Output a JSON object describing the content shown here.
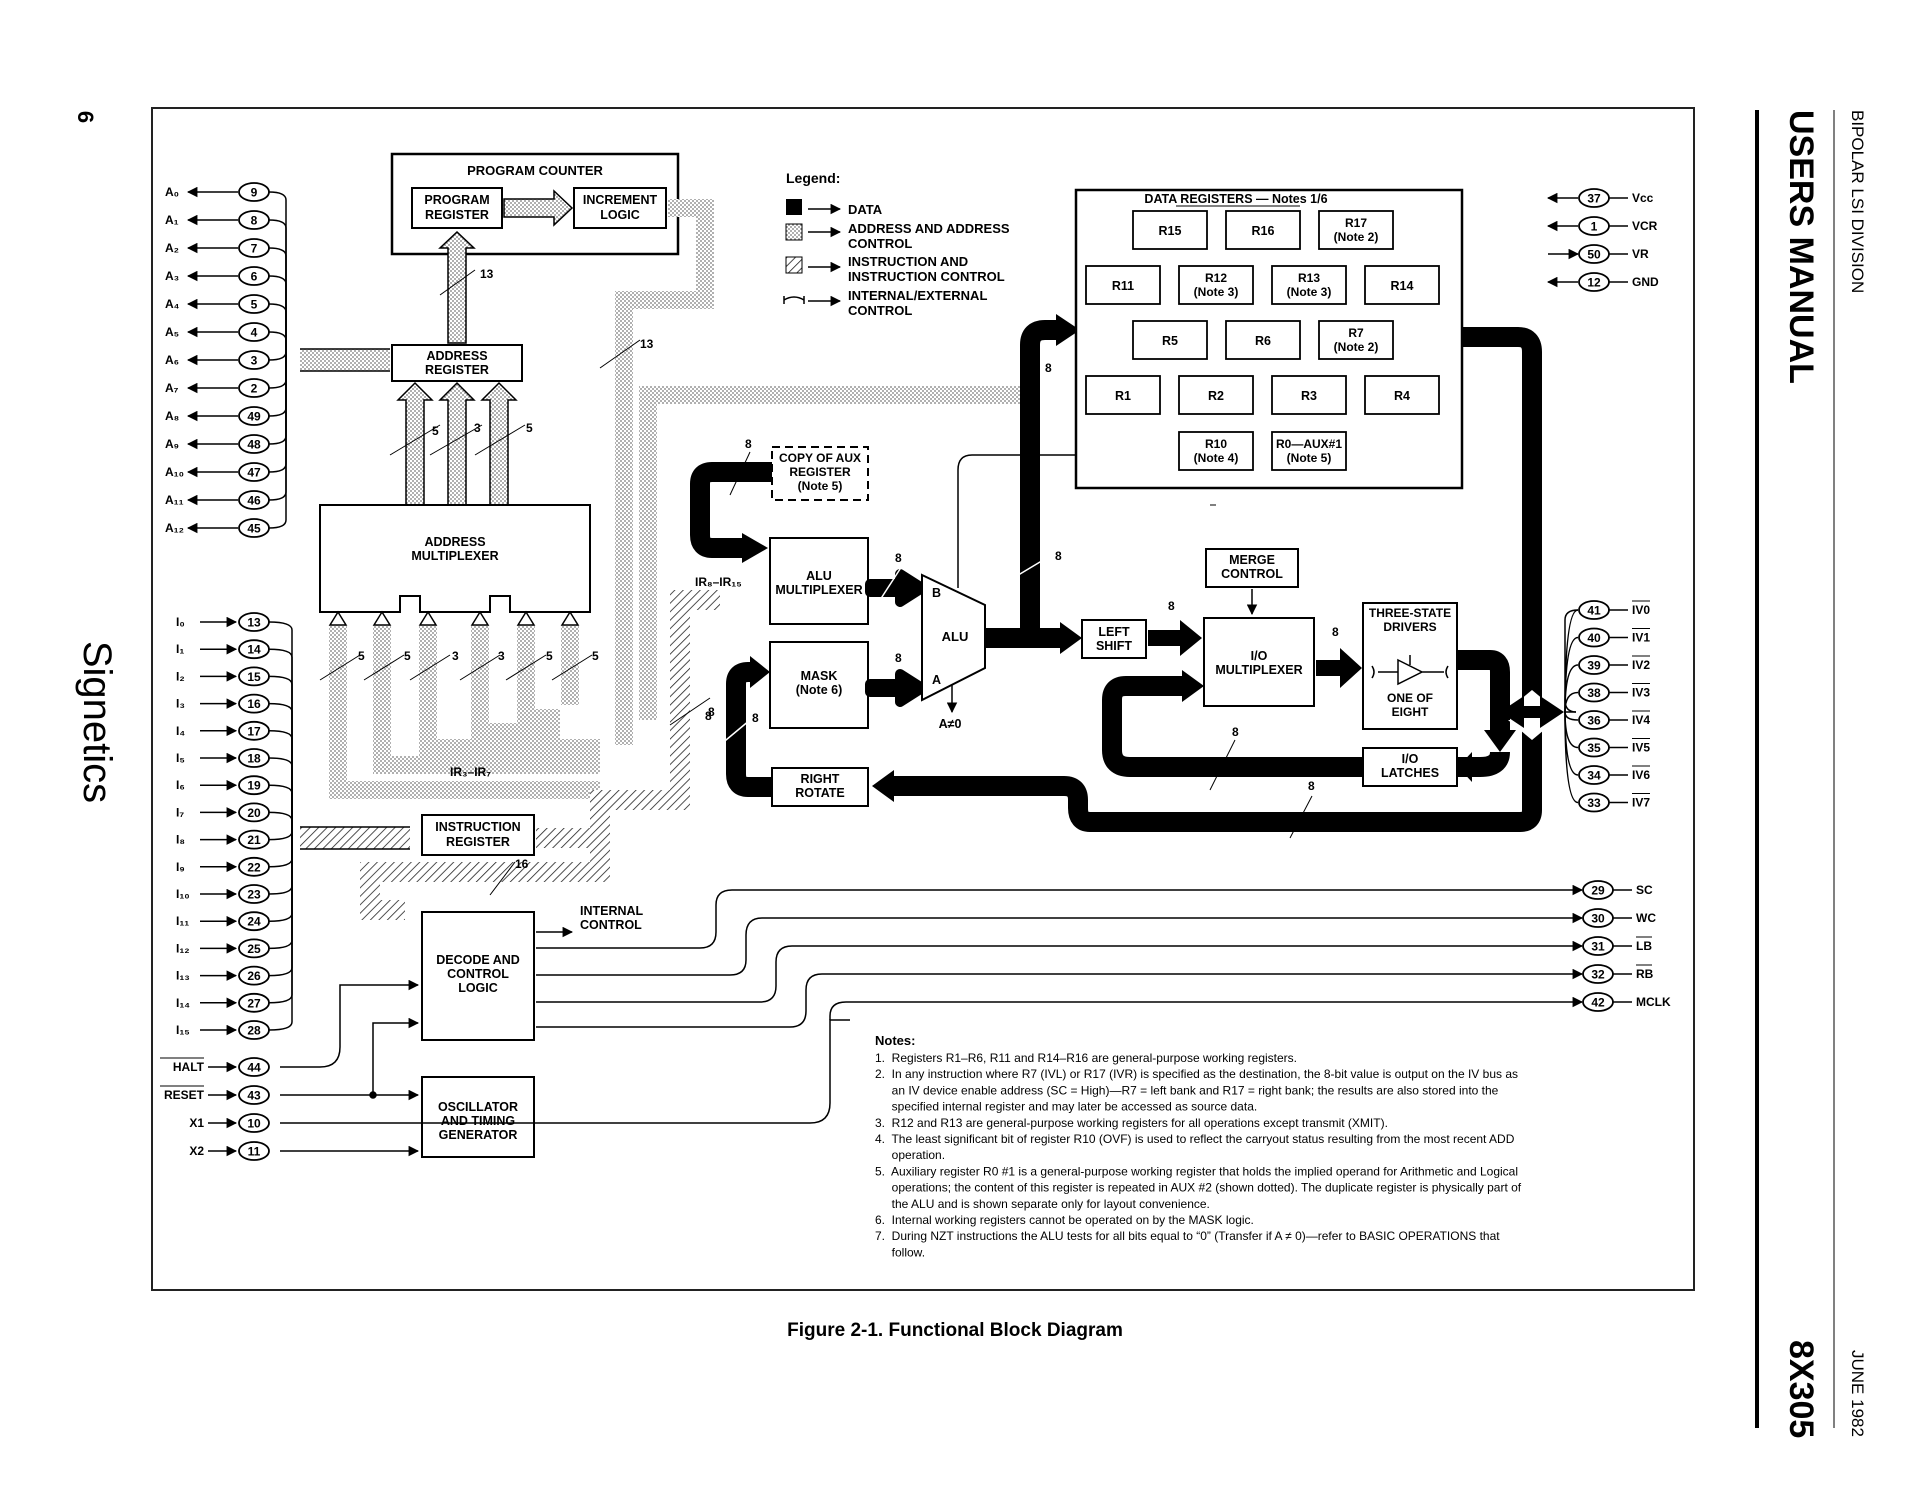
{
  "page_number": "6",
  "brand": "Signetics",
  "division": "BIPOLAR LSI DIVISION",
  "manual_title": "USERS MANUAL",
  "date": "JUNE 1982",
  "part_number": "8X305",
  "caption": "Figure 2-1.  Functional Block Diagram",
  "legend": {
    "title": "Legend:",
    "items": [
      "DATA",
      "ADDRESS AND ADDRESS",
      "CONTROL",
      "INSTRUCTION AND",
      "INSTRUCTION CONTROL",
      "INTERNAL/EXTERNAL",
      "CONTROL"
    ]
  },
  "blocks": {
    "program_counter": "PROGRAM COUNTER",
    "program_register": [
      "PROGRAM",
      "REGISTER"
    ],
    "increment_logic": [
      "INCREMENT",
      "LOGIC"
    ],
    "address_register": [
      "ADDRESS",
      "REGISTER"
    ],
    "address_multiplexer": [
      "ADDRESS",
      "MULTIPLEXER"
    ],
    "instruction_register": [
      "INSTRUCTION",
      "REGISTER"
    ],
    "decode_control": [
      "DECODE AND",
      "CONTROL",
      "LOGIC"
    ],
    "internal_control": [
      "INTERNAL",
      "CONTROL"
    ],
    "oscillator": [
      "OSCILLATOR",
      "AND TIMING",
      "GENERATOR"
    ],
    "copy_aux": [
      "COPY OF AUX",
      "REGISTER",
      "(Note 5)"
    ],
    "alu_mux": [
      "ALU",
      "MULTIPLEXER"
    ],
    "mask": [
      "MASK",
      "(Note 6)"
    ],
    "alu": "ALU",
    "alu_b": "B",
    "alu_a": "A",
    "a_ne_0": "A≠0",
    "right_rotate": [
      "RIGHT",
      "ROTATE"
    ],
    "left_shift": [
      "LEFT",
      "SHIFT"
    ],
    "merge_control": [
      "MERGE",
      "CONTROL"
    ],
    "io_mux": [
      "I/O",
      "MULTIPLEXER"
    ],
    "three_state": [
      "THREE-STATE",
      "DRIVERS"
    ],
    "one_of_eight": [
      "ONE OF",
      "EIGHT"
    ],
    "io_latches": [
      "I/O",
      "LATCHES"
    ],
    "data_registers_title": "DATA REGISTERS — Notes 1/6",
    "ir_high": "IR₈–IR₁₅",
    "ir_low": "IR₃–IR₇"
  },
  "registers": [
    [
      "R15"
    ],
    [
      "R16"
    ],
    [
      "R17",
      "(Note 2)"
    ],
    [
      "R11"
    ],
    [
      "R12",
      "(Note 3)"
    ],
    [
      "R13",
      "(Note 3)"
    ],
    [
      "R14"
    ],
    [
      "R5"
    ],
    [
      "R6"
    ],
    [
      "R7",
      "(Note 2)"
    ],
    [
      "R1"
    ],
    [
      "R2"
    ],
    [
      "R3"
    ],
    [
      "R4"
    ],
    [
      "R10",
      "(Note 4)"
    ],
    [
      "R0—AUX#1",
      "(Note 5)"
    ]
  ],
  "bus_widths": {
    "pc_in": "13",
    "pc_out": "13",
    "ar_a": "5",
    "ar_b": "3",
    "ar_c": "5",
    "am_1": "5",
    "am_2": "5",
    "am_3": "3",
    "am_4": "3",
    "am_5": "5",
    "am_6": "5",
    "copy": "8",
    "alu_in_b": "8",
    "alu_in_a": "8",
    "alu_out": "8",
    "reg_in": "8",
    "ls": "8",
    "io": "8",
    "mask_in": "8",
    "rr": "8",
    "bus_a": "8",
    "bus_b": "8",
    "ir": "16",
    "ir_alu": "8"
  },
  "address_pins": [
    {
      "label": "A₀",
      "pin": "9"
    },
    {
      "label": "A₁",
      "pin": "8"
    },
    {
      "label": "A₂",
      "pin": "7"
    },
    {
      "label": "A₃",
      "pin": "6"
    },
    {
      "label": "A₄",
      "pin": "5"
    },
    {
      "label": "A₅",
      "pin": "4"
    },
    {
      "label": "A₆",
      "pin": "3"
    },
    {
      "label": "A₇",
      "pin": "2"
    },
    {
      "label": "A₈",
      "pin": "49"
    },
    {
      "label": "A₉",
      "pin": "48"
    },
    {
      "label": "A₁₀",
      "pin": "47"
    },
    {
      "label": "A₁₁",
      "pin": "46"
    },
    {
      "label": "A₁₂",
      "pin": "45"
    }
  ],
  "instruction_pins": [
    {
      "label": "I₀",
      "pin": "13"
    },
    {
      "label": "I₁",
      "pin": "14"
    },
    {
      "label": "I₂",
      "pin": "15"
    },
    {
      "label": "I₃",
      "pin": "16"
    },
    {
      "label": "I₄",
      "pin": "17"
    },
    {
      "label": "I₅",
      "pin": "18"
    },
    {
      "label": "I₆",
      "pin": "19"
    },
    {
      "label": "I₇",
      "pin": "20"
    },
    {
      "label": "I₈",
      "pin": "21"
    },
    {
      "label": "I₉",
      "pin": "22"
    },
    {
      "label": "I₁₀",
      "pin": "23"
    },
    {
      "label": "I₁₁",
      "pin": "24"
    },
    {
      "label": "I₁₂",
      "pin": "25"
    },
    {
      "label": "I₁₃",
      "pin": "26"
    },
    {
      "label": "I₁₄",
      "pin": "27"
    },
    {
      "label": "I₁₅",
      "pin": "28"
    }
  ],
  "control_in_pins": [
    {
      "label": "HALT",
      "pin": "44"
    },
    {
      "label": "RESET",
      "pin": "43"
    },
    {
      "label": "X1",
      "pin": "10"
    },
    {
      "label": "X2",
      "pin": "11"
    }
  ],
  "power_pins": [
    {
      "label": "Vcc",
      "pin": "37"
    },
    {
      "label": "VCR",
      "pin": "1"
    },
    {
      "label": "VR",
      "pin": "50"
    },
    {
      "label": "GND",
      "pin": "12"
    }
  ],
  "iv_pins": [
    {
      "label": "IV0",
      "pin": "41"
    },
    {
      "label": "IV1",
      "pin": "40"
    },
    {
      "label": "IV2",
      "pin": "39"
    },
    {
      "label": "IV3",
      "pin": "38"
    },
    {
      "label": "IV4",
      "pin": "36"
    },
    {
      "label": "IV5",
      "pin": "35"
    },
    {
      "label": "IV6",
      "pin": "34"
    },
    {
      "label": "IV7",
      "pin": "33"
    }
  ],
  "output_pins": [
    {
      "label": "SC",
      "pin": "29"
    },
    {
      "label": "WC",
      "pin": "30"
    },
    {
      "label": "LB",
      "pin": "31"
    },
    {
      "label": "RB",
      "pin": "32"
    },
    {
      "label": "MCLK",
      "pin": "42"
    }
  ],
  "notes_title": "Notes:",
  "notes": [
    "1.  Registers R1–R6, R11 and R14–R16 are general-purpose working registers.",
    "2.  In any instruction where R7 (IVL) or R17 (IVR) is specified as the destination, the 8-bit value is output on the IV bus as",
    "     an IV device enable address (SC = High)—R7 = left bank and R17 = right bank; the results are also stored into the",
    "     specified internal register and may later be accessed as source data.",
    "3.  R12 and R13 are general-purpose working registers for all operations except transmit (XMIT).",
    "4.  The least significant bit of register R10 (OVF) is used to reflect the carryout status resulting from the most recent ADD",
    "     operation.",
    "5.  Auxiliary register R0 #1 is a general-purpose working register that holds the implied operand for Arithmetic and Logical",
    "     operations; the content of this register is repeated in AUX #2 (shown dotted). The duplicate register is physically part of",
    "     the ALU and is shown separate only for layout convenience.",
    "6.  Internal working registers cannot be operated on by the MASK logic.",
    "7.  During NZT instructions the ALU tests for all bits equal to “0” (Transfer if A ≠ 0)—refer to BASIC OPERATIONS that",
    "     follow."
  ]
}
